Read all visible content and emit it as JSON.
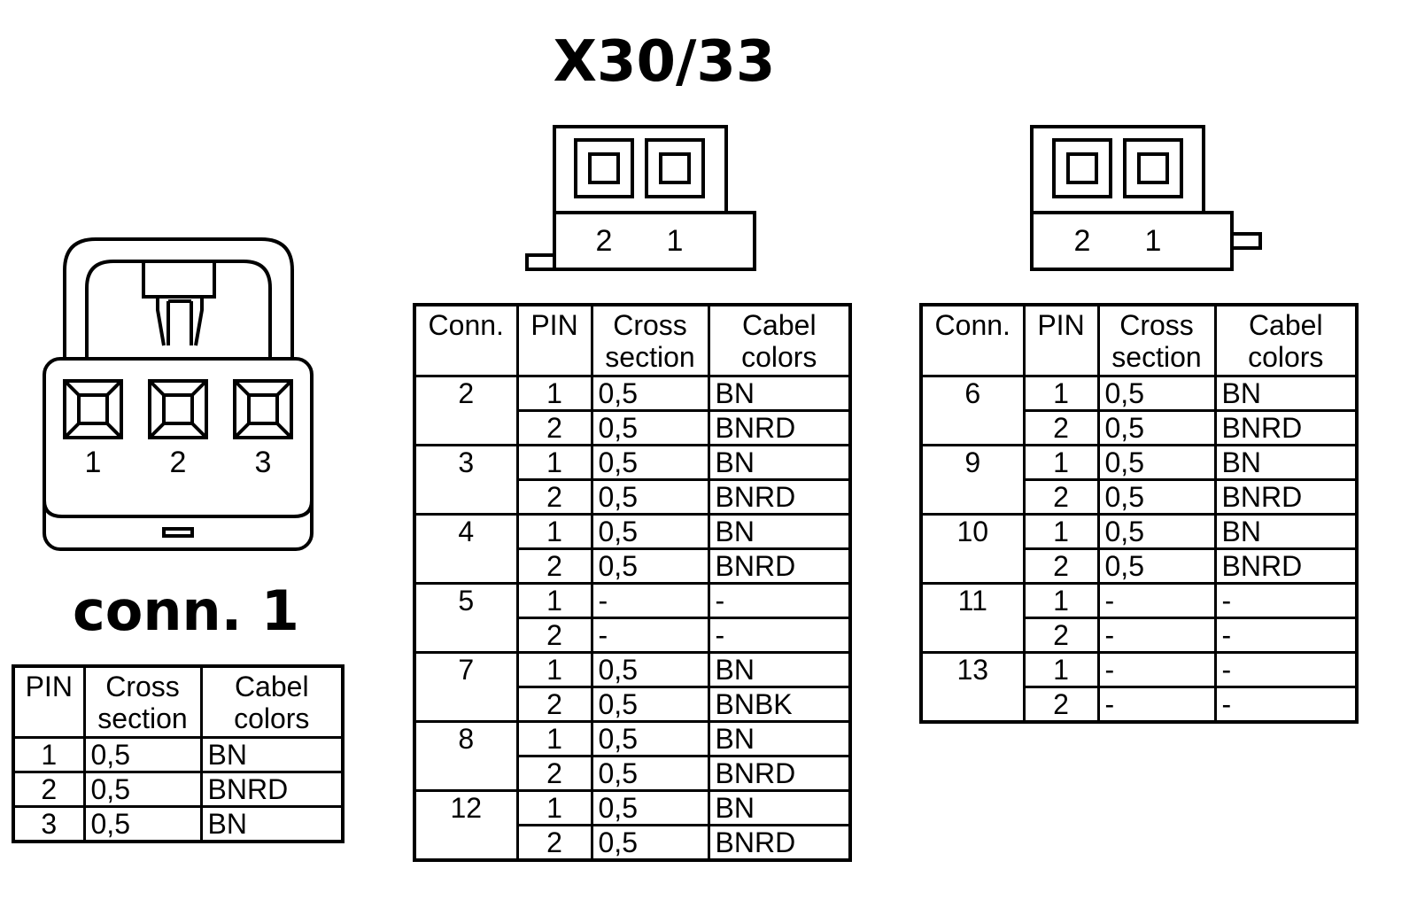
{
  "titles": {
    "center": "X30/33",
    "left": "conn. 1"
  },
  "connectors": {
    "conn1_pins": [
      "1",
      "2",
      "3"
    ],
    "center_pins": [
      "2",
      "1"
    ],
    "right_pins": [
      "2",
      "1"
    ]
  },
  "conn1_table": {
    "headers": [
      "PIN",
      "Cross section",
      "Cabel colors"
    ],
    "rows": [
      {
        "pin": "1",
        "cross": "0,5",
        "color": "BN"
      },
      {
        "pin": "2",
        "cross": "0,5",
        "color": "BNRD"
      },
      {
        "pin": "3",
        "cross": "0,5",
        "color": "BN"
      }
    ]
  },
  "center_table": {
    "headers": [
      "Conn.",
      "PIN",
      "Cross section",
      "Cabel colors"
    ],
    "groups": [
      {
        "conn": "2",
        "rows": [
          {
            "pin": "1",
            "cross": "0,5",
            "color": "BN"
          },
          {
            "pin": "2",
            "cross": "0,5",
            "color": "BNRD"
          }
        ]
      },
      {
        "conn": "3",
        "rows": [
          {
            "pin": "1",
            "cross": "0,5",
            "color": "BN"
          },
          {
            "pin": "2",
            "cross": "0,5",
            "color": "BNRD"
          }
        ]
      },
      {
        "conn": "4",
        "rows": [
          {
            "pin": "1",
            "cross": "0,5",
            "color": "BN"
          },
          {
            "pin": "2",
            "cross": "0,5",
            "color": "BNRD"
          }
        ]
      },
      {
        "conn": "5",
        "rows": [
          {
            "pin": "1",
            "cross": "-",
            "color": "-"
          },
          {
            "pin": "2",
            "cross": "-",
            "color": "-"
          }
        ]
      },
      {
        "conn": "7",
        "rows": [
          {
            "pin": "1",
            "cross": "0,5",
            "color": "BN"
          },
          {
            "pin": "2",
            "cross": "0,5",
            "color": "BNBK"
          }
        ]
      },
      {
        "conn": "8",
        "rows": [
          {
            "pin": "1",
            "cross": "0,5",
            "color": "BN"
          },
          {
            "pin": "2",
            "cross": "0,5",
            "color": "BNRD"
          }
        ]
      },
      {
        "conn": "12",
        "rows": [
          {
            "pin": "1",
            "cross": "0,5",
            "color": "BN"
          },
          {
            "pin": "2",
            "cross": "0,5",
            "color": "BNRD"
          }
        ]
      }
    ]
  },
  "right_table": {
    "headers": [
      "Conn.",
      "PIN",
      "Cross section",
      "Cabel colors"
    ],
    "groups": [
      {
        "conn": "6",
        "rows": [
          {
            "pin": "1",
            "cross": "0,5",
            "color": "BN"
          },
          {
            "pin": "2",
            "cross": "0,5",
            "color": "BNRD"
          }
        ]
      },
      {
        "conn": "9",
        "rows": [
          {
            "pin": "1",
            "cross": "0,5",
            "color": "BN"
          },
          {
            "pin": "2",
            "cross": "0,5",
            "color": "BNRD"
          }
        ]
      },
      {
        "conn": "10",
        "rows": [
          {
            "pin": "1",
            "cross": "0,5",
            "color": "BN"
          },
          {
            "pin": "2",
            "cross": "0,5",
            "color": "BNRD"
          }
        ]
      },
      {
        "conn": "11",
        "rows": [
          {
            "pin": "1",
            "cross": "-",
            "color": "-"
          },
          {
            "pin": "2",
            "cross": "-",
            "color": "-"
          }
        ]
      },
      {
        "conn": "13",
        "rows": [
          {
            "pin": "1",
            "cross": "-",
            "color": "-"
          },
          {
            "pin": "2",
            "cross": "-",
            "color": "-"
          }
        ]
      }
    ]
  }
}
